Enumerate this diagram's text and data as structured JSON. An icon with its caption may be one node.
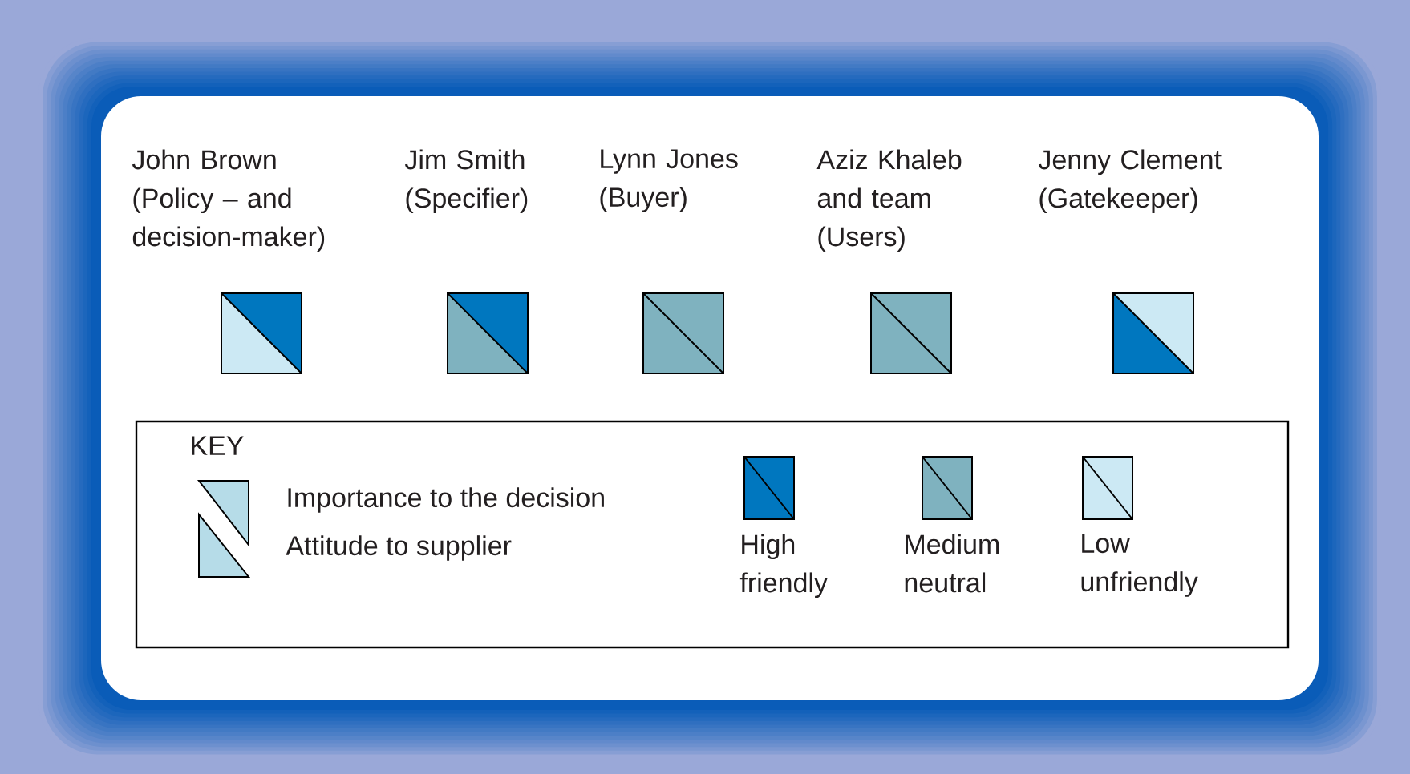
{
  "diagram": {
    "nodes": [
      {
        "text": [
          "John Brown (Policy – and decision-maker)"
        ]
      },
      {
        "text": [
          "Jim Smith (Specifier)"
        ]
      },
      {
        "text": [
          "Lynn Jones (Buyer)"
        ]
      },
      {
        "text": [
          "Aziz Khaleb and team (Users)"
        ]
      },
      {
        "text": [
          "Jenny Clement (Gatekeeper)"
        ]
      }
    ],
    "edges": [],
    "labels": [
      "KEY"
    ],
    "legend": [
      {
        "text": "Importance to the decision"
      },
      {
        "text": "Attitude to supplier"
      },
      {
        "text": "High friendly",
        "color": "#0077bf"
      },
      {
        "text": "Medium neutral",
        "color": "#7fb2bf"
      },
      {
        "text": "Low unfriendly",
        "color": "#cce9f4"
      }
    ]
  }
}
